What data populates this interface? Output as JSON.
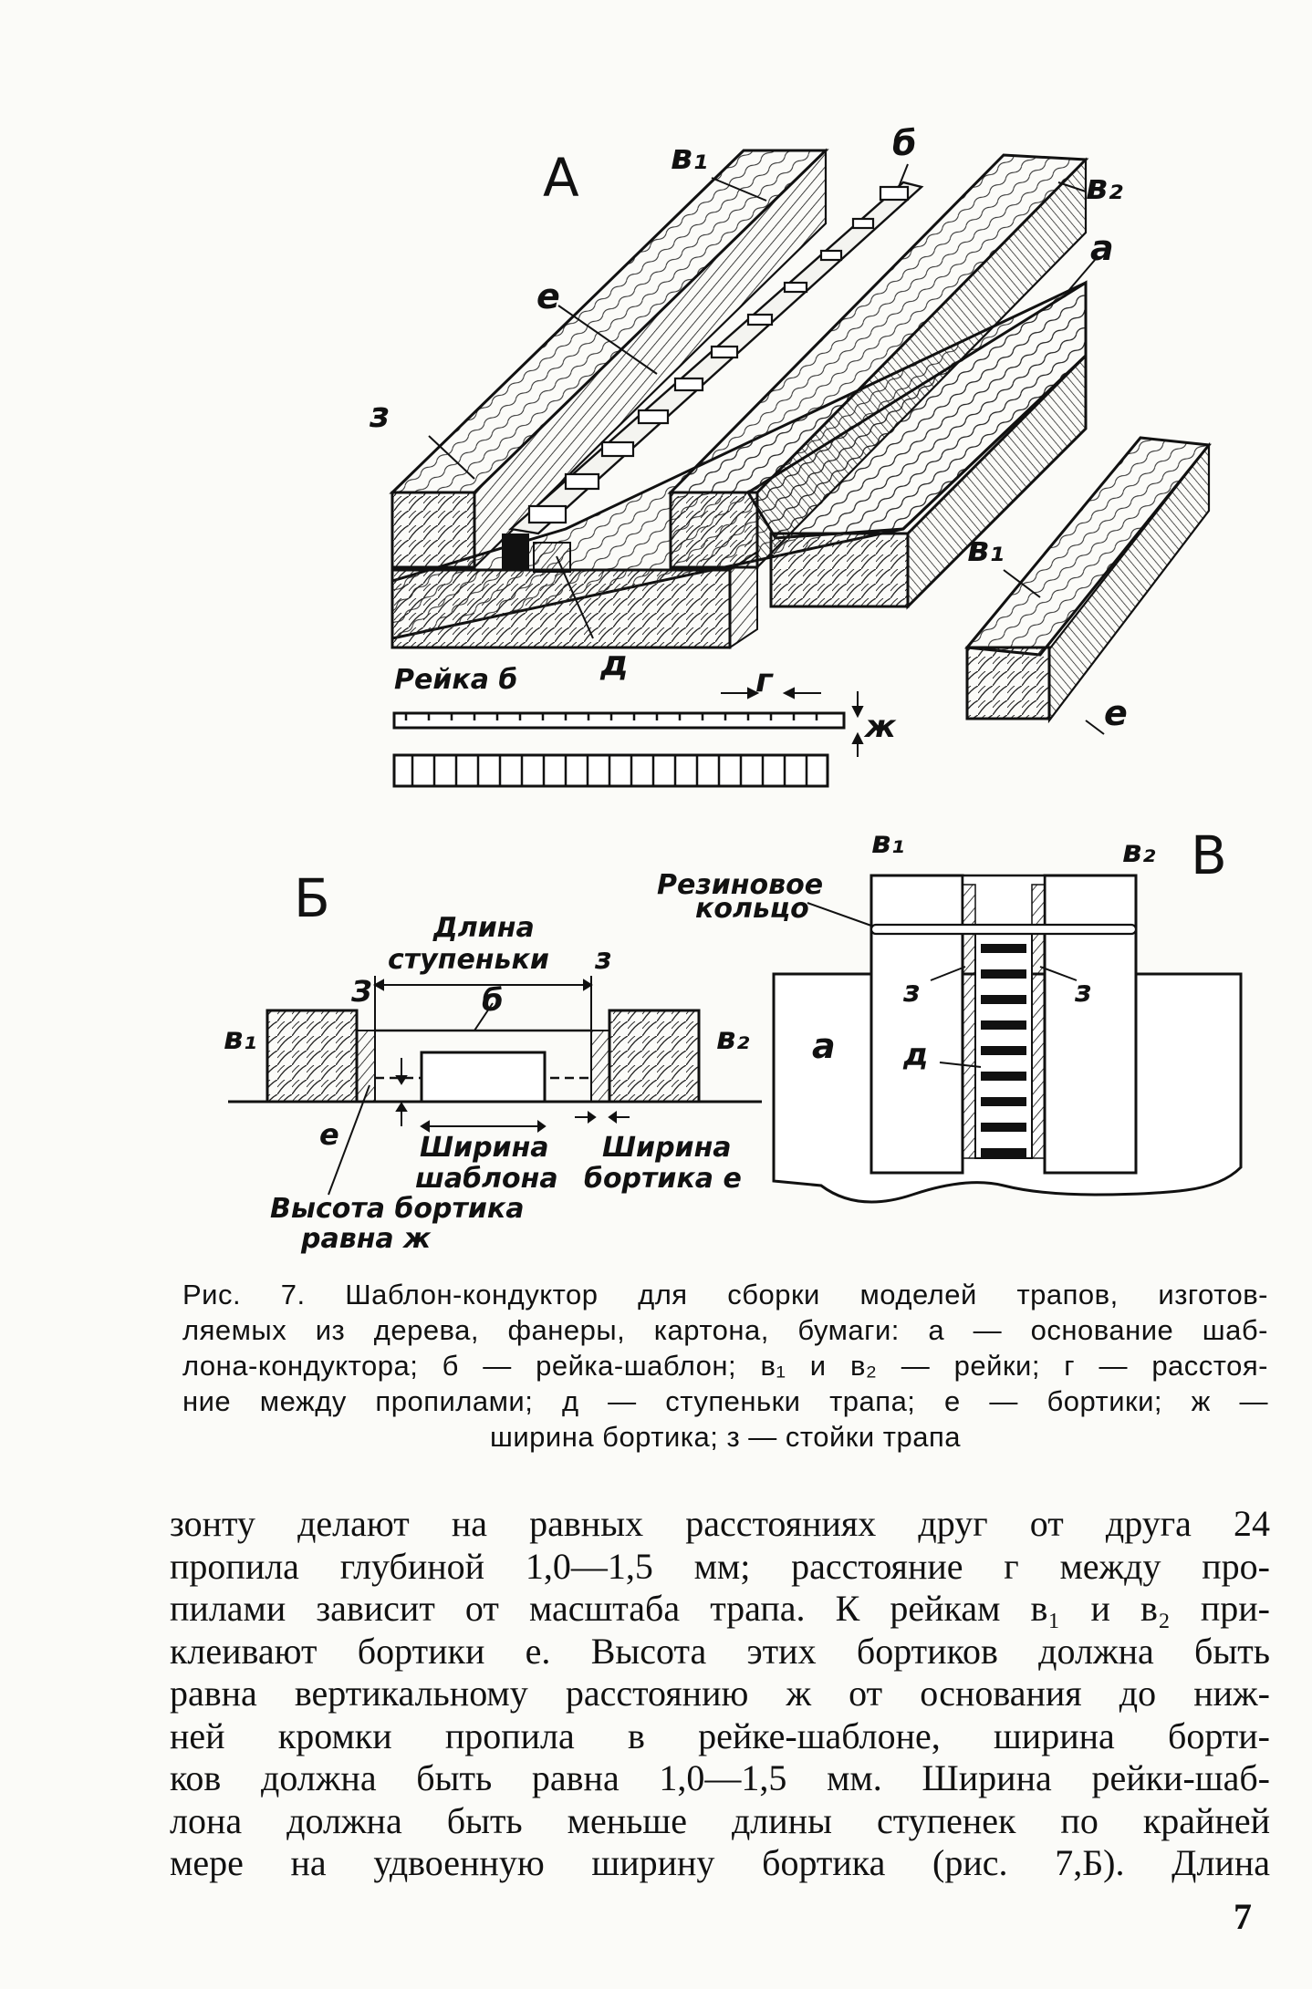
{
  "figure": {
    "section_A": "А",
    "section_B": "Б",
    "section_V": "В",
    "labels_A": {
      "v1_top": "в₁",
      "b_top": "б",
      "v2_top": "в₂",
      "a_top": "а",
      "e": "е",
      "z": "з",
      "v1_right": "в₁",
      "e_right": "е",
      "d": "д",
      "rail_caption": "Рейка б",
      "g": "г",
      "zh": "ж"
    },
    "labels_B": {
      "length_line1": "Длина",
      "length_line2": "ступеньки",
      "z_left": "З",
      "z_right": "з",
      "b": "б",
      "v1": "в₁",
      "v2": "в₂",
      "e": "е",
      "template_width_1": "Ширина",
      "template_width_2": "шаблона",
      "rim_width_1": "Ширина",
      "rim_width_2": "бортика е",
      "rim_height_1": "Высота бортика",
      "rim_height_2": "равна ж"
    },
    "labels_V": {
      "rubber_1": "Резиновое",
      "rubber_2": "кольцо",
      "v1": "в₁",
      "v2": "в₂",
      "a": "а",
      "z_left": "з",
      "z_right": "з",
      "d": "д"
    }
  },
  "caption": {
    "lines": [
      "Рис. 7. Шаблон-кондуктор для сборки моделей трапов, изготов-",
      "ляемых из дерева, фанеры, картона, бумаги: а — основание шаб-",
      "лона-кондуктора; б — рейка-шаблон; в₁ и в₂ — рейки; г — расстоя-",
      "ние между пропилами; д — ступеньки трапа; е — бортики; ж —"
    ],
    "last_line": "ширина бортика; з — стойки трапа"
  },
  "body": {
    "lines": [
      "зонту делают на равных расстояниях друг от друга 24",
      "пропила глубиной 1,0—1,5 мм; расстояние г между про-",
      "пилами зависит от масштаба трапа. К рейкам в₁ и в₂ при-",
      "клеивают бортики е. Высота этих бортиков должна быть",
      "равна вертикальному расстоянию ж от основания до ниж-",
      "ней кромки пропила в рейке-шаблоне, ширина борти-",
      "ков должна быть равна 1,0—1,5 мм. Ширина рейки-шаб-",
      "лона должна быть меньше длины ступенек по крайней",
      "мере на удвоенную ширину бортика (рис. 7,Б). Длина"
    ]
  },
  "page_number": "7",
  "colors": {
    "ink": "#111111",
    "paper": "#fbfbf8"
  }
}
